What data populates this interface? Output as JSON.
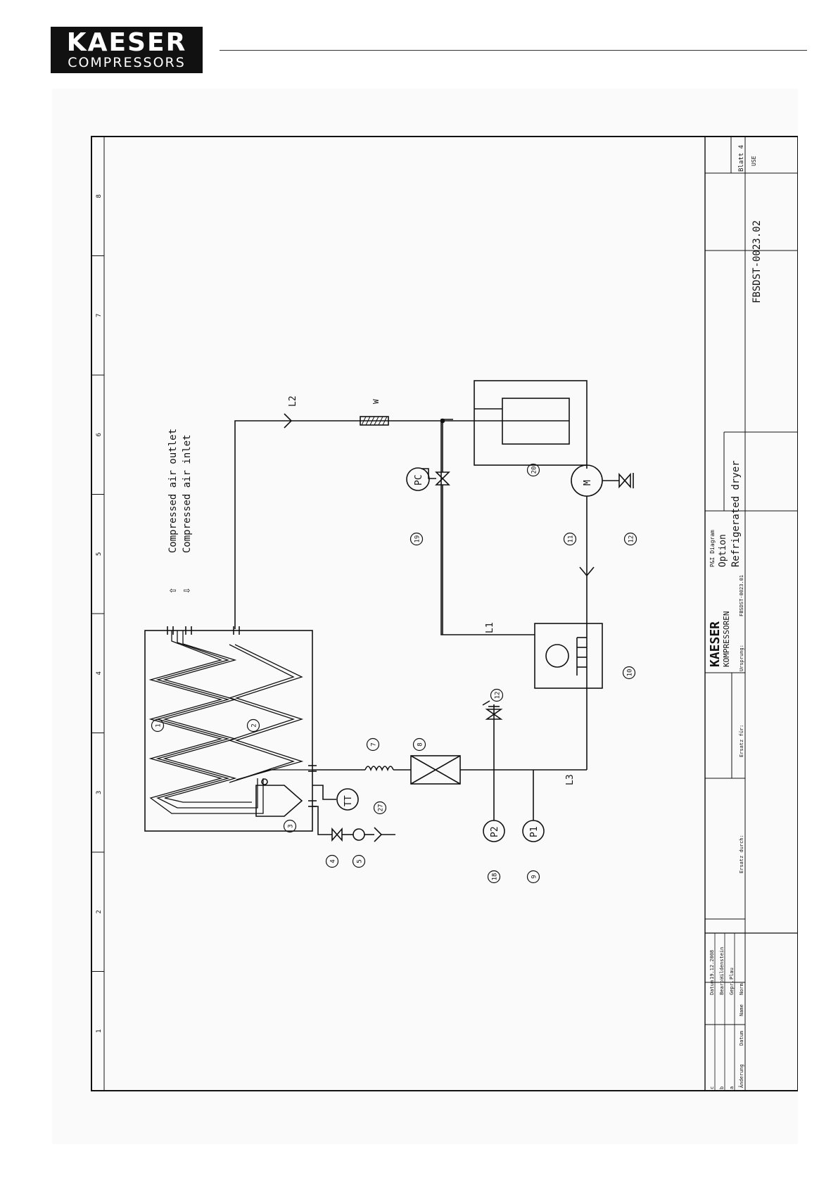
{
  "header": {
    "brand_line1": "KAESER",
    "brand_line2": "COMPRESSORS"
  },
  "legend": {
    "outlet_arrow": "⇧",
    "inlet_arrow": "⇩",
    "outlet": "Compressed air outlet",
    "inlet": "Compressed air inlet"
  },
  "grid_numbers": [
    "1",
    "2",
    "3",
    "4",
    "5",
    "6",
    "7",
    "8"
  ],
  "components": {
    "c1": "1",
    "c2": "2",
    "c3": "3",
    "c4": "4",
    "c5": "5",
    "c7": "7",
    "c8": "8",
    "c9": "9",
    "c10": "10",
    "c11": "11",
    "c12a": "12",
    "c12b": "12",
    "c18": "18",
    "c19": "19",
    "c20": "20",
    "c27": "27"
  },
  "instruments": {
    "tt": "TT",
    "p1": "P1",
    "p2": "P2",
    "pc": "PC",
    "motor": "M"
  },
  "lines": {
    "l1": "L1",
    "l2": "L2",
    "l3": "L3",
    "w": "W"
  },
  "title_block": {
    "doc_type": "P&I Diagram",
    "option": "Option",
    "title": "Refrigerated dryer",
    "drawing_no": "FBSDST-0023.02",
    "sheet": "Blatt 4",
    "lang": "USE",
    "logo_line1": "KAESER",
    "logo_line2": "KOMPRESSOREN",
    "origin_label": "Ursprung:",
    "origin_value": "FBSDST-0023.01",
    "replaces_for": "Ersatz für:",
    "replaced_by": "Ersatz durch:",
    "rev_rows": [
      "c",
      "b",
      "a"
    ],
    "rev_change": "Änderung",
    "rev_date": "Datum",
    "rev_name": "Name",
    "datum_label": "Datum",
    "datum_value": "19.12.2008",
    "bearb_label": "Bearb.",
    "bearb_value": "Hildenstein",
    "gepr_label": "Gepr.",
    "gepr_value": "Plau",
    "norm_label": "Norm"
  }
}
